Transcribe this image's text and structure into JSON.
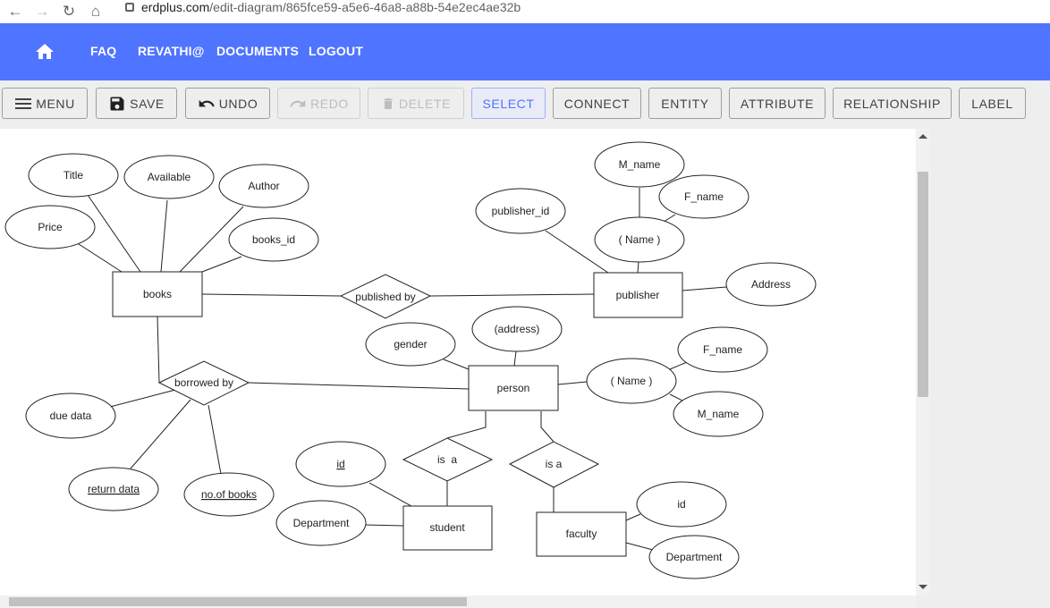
{
  "browser": {
    "url_host": "erdplus.com",
    "url_path": "/edit-diagram/865fce59-a5e6-46a8-a88b-54e2ec4ae32b"
  },
  "nav": {
    "faq": "FAQ",
    "user": "REVATHI@",
    "documents": "DOCUMENTS",
    "logout": "LOGOUT"
  },
  "toolbar": {
    "menu": "MENU",
    "save": "SAVE",
    "undo": "UNDO",
    "redo": "REDO",
    "delete": "DELETE",
    "select": "SELECT",
    "connect": "CONNECT",
    "entity": "ENTITY",
    "attribute": "ATTRIBUTE",
    "relationship": "RELATIONSHIP",
    "label": "LABEL"
  },
  "diagram": {
    "entities": {
      "books": "books",
      "publisher": "publisher",
      "person": "person",
      "student": "student",
      "faculty": "faculty"
    },
    "relationships": {
      "published_by": "published by",
      "borrowed_by": "borrowed by",
      "is_a_student": "is  a",
      "is_a_faculty": "is a"
    },
    "attributes": {
      "title": "Title",
      "available": "Available",
      "author": "Author",
      "price": "Price",
      "books_id": "books_id",
      "m_name_pub": "M_name",
      "f_name_pub": "F_name",
      "publisher_id": "publisher_id",
      "name_pub": "( Name )",
      "address_pub": "Address",
      "gender": "gender",
      "address_person": "(address)",
      "f_name_person": "F_name",
      "name_person": "( Name )",
      "m_name_person": "M_name",
      "due_data": "due data",
      "return_data": "return data",
      "no_of_books": "no.of books",
      "student_id": "id",
      "student_department": "Department",
      "faculty_id": "id",
      "faculty_department": "Department"
    }
  }
}
